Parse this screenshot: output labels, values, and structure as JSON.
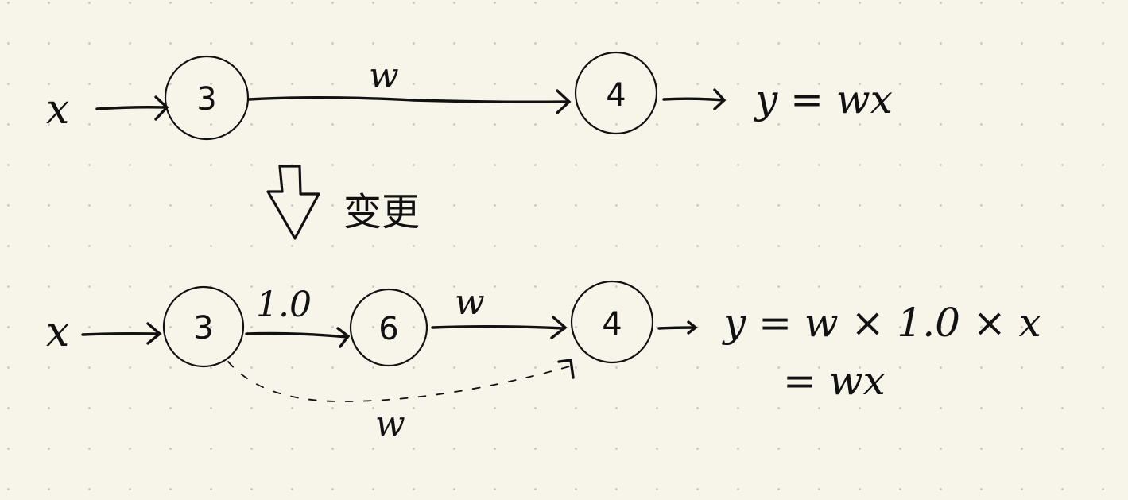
{
  "diagram": {
    "top_graph": {
      "input_label": "x",
      "nodes": [
        {
          "id": "n3",
          "label": "3"
        },
        {
          "id": "n4",
          "label": "4"
        }
      ],
      "edges": [
        {
          "from": "x",
          "to": "3",
          "label": ""
        },
        {
          "from": "3",
          "to": "4",
          "label": "w"
        },
        {
          "from": "4",
          "to": "y",
          "label": ""
        }
      ],
      "equation": "y = wx"
    },
    "transform": {
      "arrow": "down-arrow",
      "label": "变更"
    },
    "bottom_graph": {
      "input_label": "x",
      "nodes": [
        {
          "id": "n3",
          "label": "3"
        },
        {
          "id": "n6",
          "label": "6"
        },
        {
          "id": "n4",
          "label": "4"
        }
      ],
      "edges": [
        {
          "from": "x",
          "to": "3",
          "label": ""
        },
        {
          "from": "3",
          "to": "6",
          "label": "1.0"
        },
        {
          "from": "6",
          "to": "4",
          "label": "w"
        },
        {
          "from": "3",
          "to": "4",
          "label": "w",
          "style": "dashed"
        },
        {
          "from": "4",
          "to": "y",
          "label": ""
        }
      ],
      "equation_line1": "y = w × 1.0 × x",
      "equation_line2": "= wx"
    }
  }
}
